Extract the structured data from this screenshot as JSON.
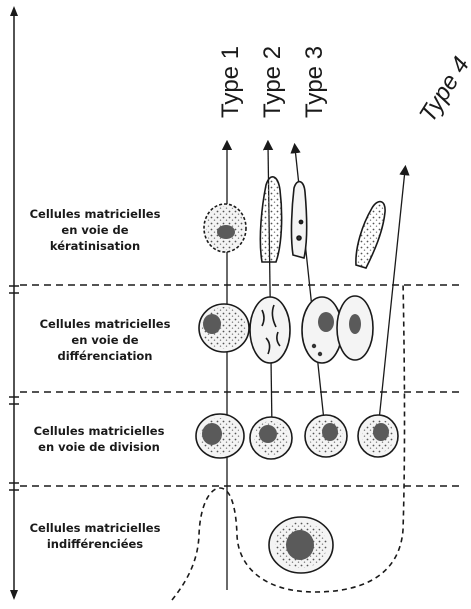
{
  "type_labels": [
    "Type 1",
    "Type 2",
    "Type 3",
    "Type 4"
  ],
  "zones": [
    {
      "label": "Cellules matricielles\nen voie de\nkératinisation"
    },
    {
      "label": "Cellules matricielles\nen voie de\ndifférenciation"
    },
    {
      "label": "Cellules matricielles\nen voie de division"
    },
    {
      "label": "Cellules matricielles\nindifférenciées"
    }
  ],
  "colors": {
    "ink": "#1a1a1a",
    "nucleus": "#5a5a5a",
    "cell_fill": "#f4f4f4"
  }
}
